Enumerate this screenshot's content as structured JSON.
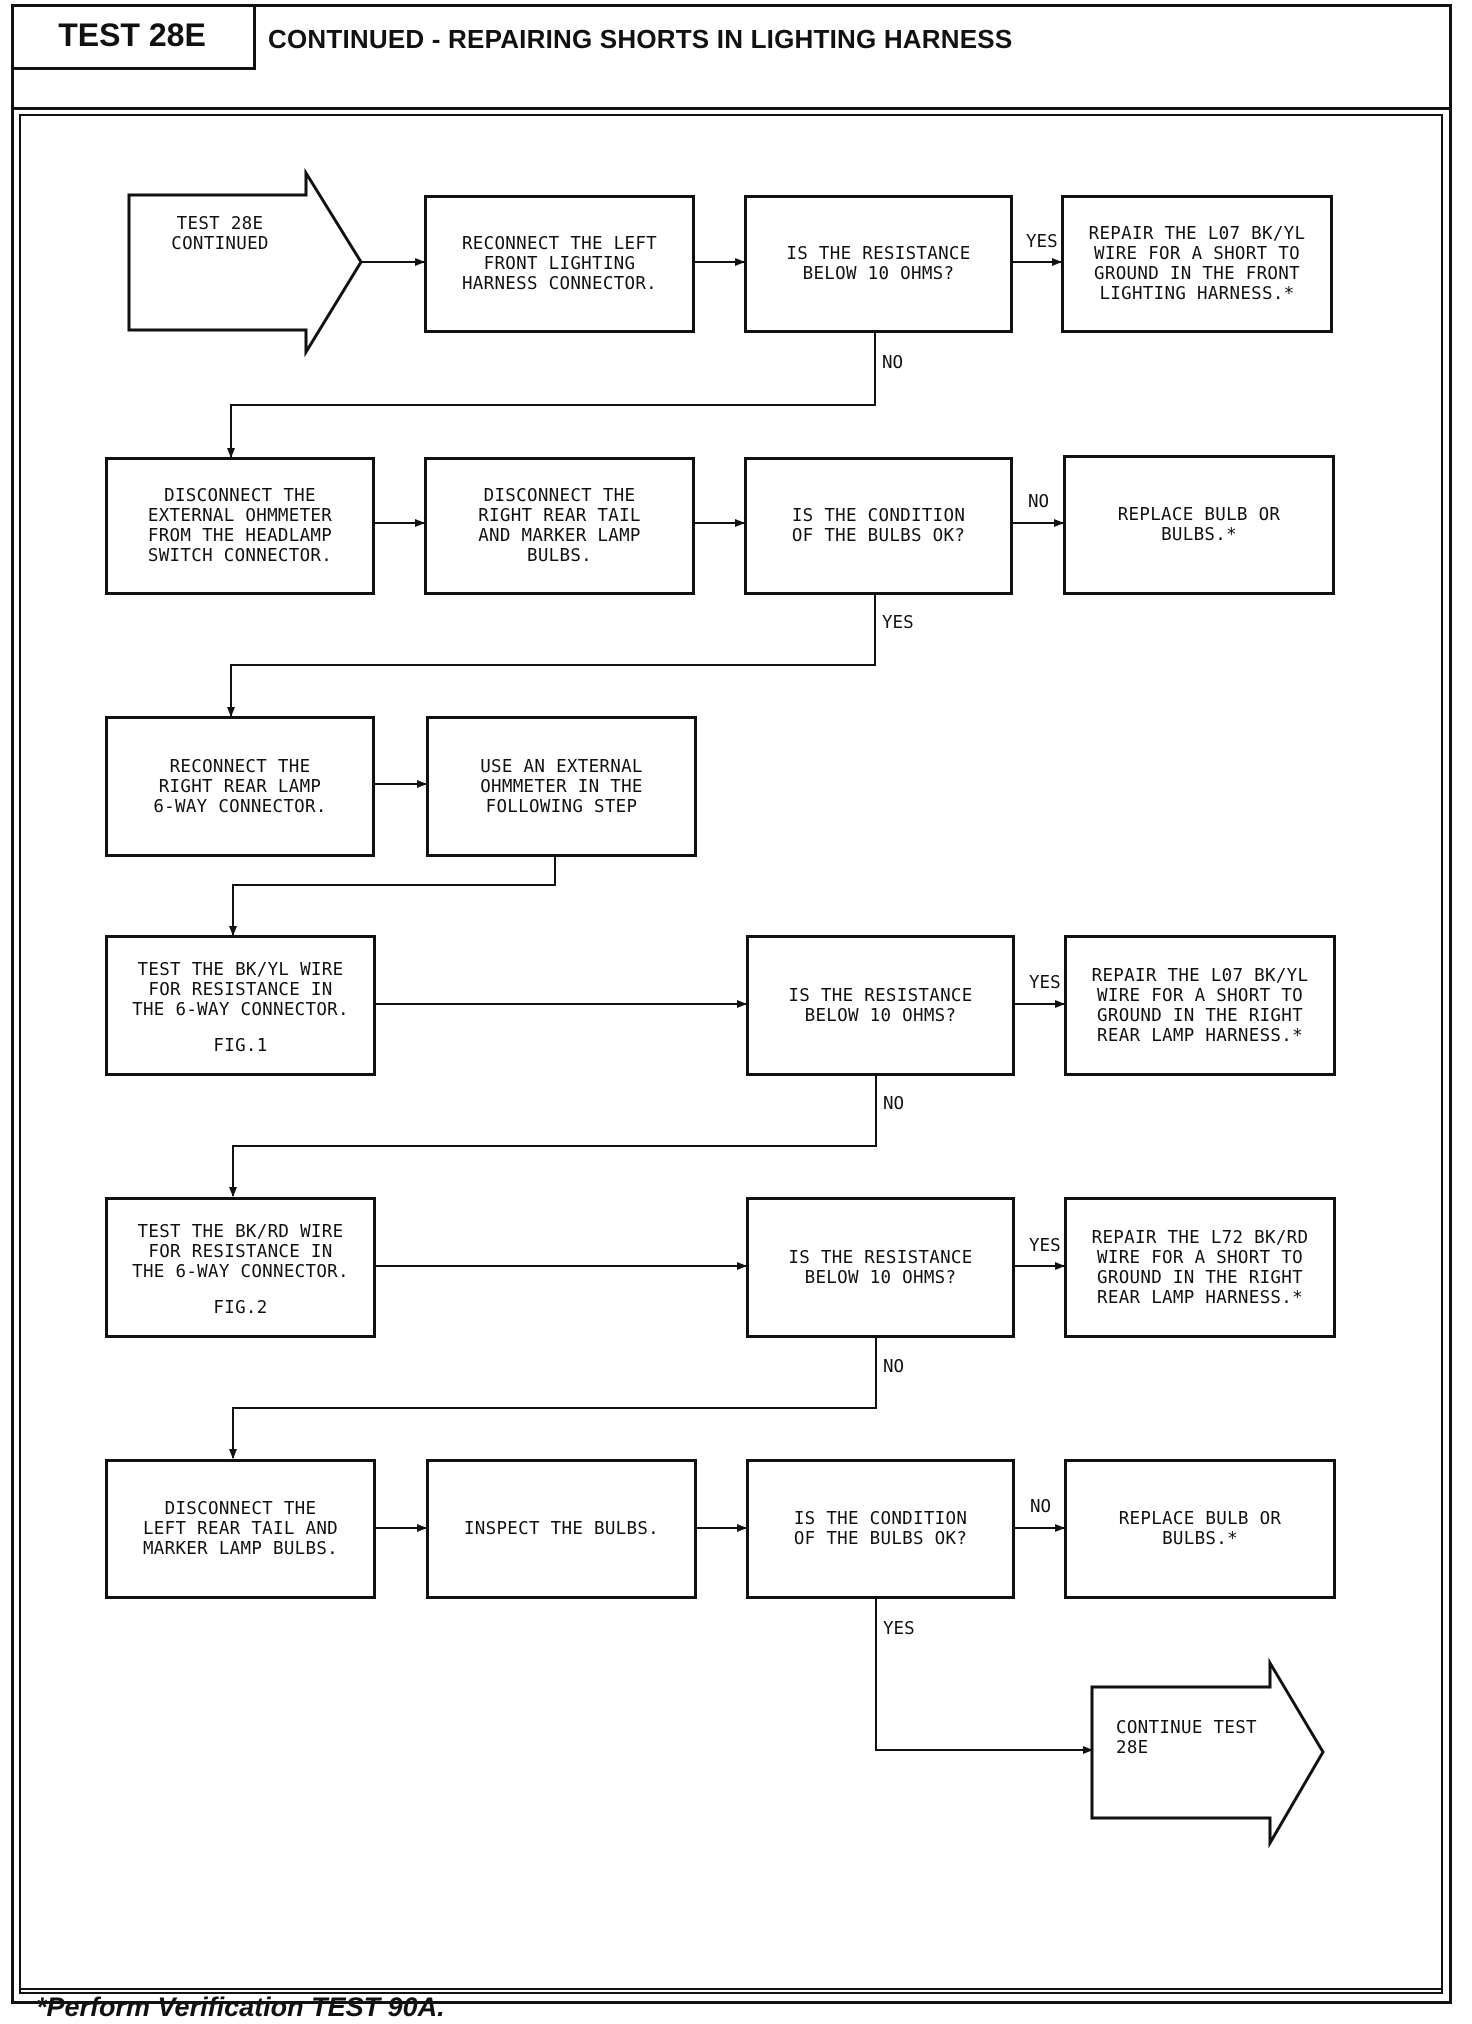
{
  "header": {
    "test_id": "TEST 28E",
    "title": "CONTINUED - REPAIRING SHORTS IN LIGHTING HARNESS"
  },
  "start_arrow": {
    "text": "TEST 28E\nCONTINUED"
  },
  "end_arrow": {
    "text": "CONTINUE TEST\n28E"
  },
  "rows": [
    {
      "boxes": [
        "RECONNECT THE LEFT\nFRONT LIGHTING\nHARNESS CONNECTOR.",
        "IS THE RESISTANCE\nBELOW 10 OHMS?",
        "REPAIR THE L07 BK/YL\nWIRE FOR A SHORT TO\nGROUND IN THE FRONT\nLIGHTING HARNESS.*"
      ],
      "branch_right": "YES",
      "branch_down": "NO"
    },
    {
      "boxes": [
        "DISCONNECT THE\nEXTERNAL OHMMETER\nFROM THE HEADLAMP\nSWITCH CONNECTOR.",
        "DISCONNECT THE\nRIGHT REAR TAIL\nAND MARKER LAMP\nBULBS.",
        "IS THE CONDITION\nOF THE BULBS OK?",
        "REPLACE BULB OR\nBULBS.*"
      ],
      "branch_right": "NO",
      "branch_down": "YES"
    },
    {
      "boxes": [
        "RECONNECT THE\nRIGHT REAR LAMP\n6-WAY CONNECTOR.",
        "USE AN EXTERNAL\nOHMMETER IN THE\nFOLLOWING STEP"
      ]
    },
    {
      "boxes": [
        "TEST THE BK/YL WIRE\nFOR RESISTANCE IN\nTHE 6-WAY CONNECTOR.",
        "IS THE RESISTANCE\nBELOW 10 OHMS?",
        "REPAIR THE L07 BK/YL\nWIRE FOR A SHORT TO\nGROUND IN THE RIGHT\nREAR LAMP HARNESS.*"
      ],
      "fig": "FIG.1",
      "branch_right": "YES",
      "branch_down": "NO"
    },
    {
      "boxes": [
        "TEST THE BK/RD WIRE\nFOR RESISTANCE IN\nTHE 6-WAY CONNECTOR.",
        "IS THE RESISTANCE\nBELOW 10 OHMS?",
        "REPAIR THE L72 BK/RD\nWIRE FOR A SHORT TO\nGROUND IN THE RIGHT\nREAR LAMP HARNESS.*"
      ],
      "fig": "FIG.2",
      "branch_right": "YES",
      "branch_down": "NO"
    },
    {
      "boxes": [
        "DISCONNECT THE\nLEFT REAR TAIL AND\nMARKER LAMP BULBS.",
        "INSPECT THE BULBS.",
        "IS THE CONDITION\nOF THE BULBS OK?",
        "REPLACE BULB OR\nBULBS.*"
      ],
      "branch_right": "NO",
      "branch_down": "YES"
    }
  ],
  "footer": {
    "note": "*Perform Verification TEST 90A."
  }
}
